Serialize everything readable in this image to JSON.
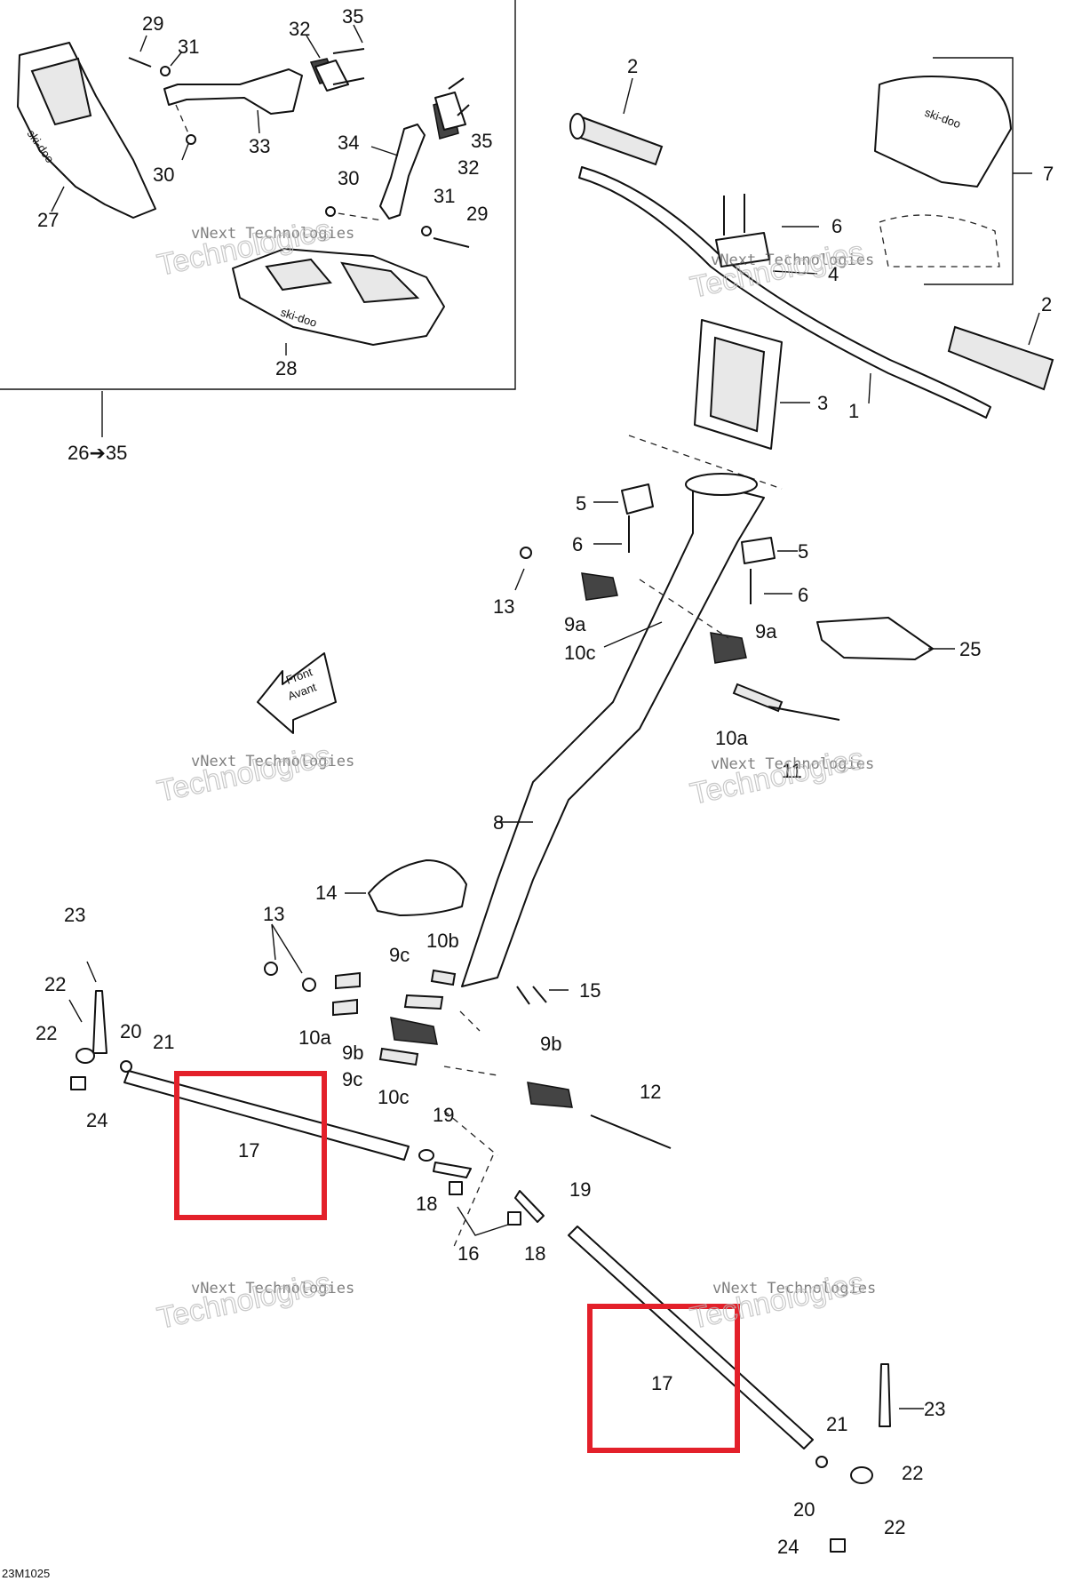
{
  "diagram_code": "23M1025",
  "watermark": {
    "line1": "vNext Technologies",
    "line2": "Technologies"
  },
  "front_label": {
    "line1": "Front",
    "line2": "Avant"
  },
  "inset_range_label": "26➔35",
  "brand_text": "ski-doo",
  "accent_color": "#e3202a",
  "labels": {
    "l1": "1",
    "l2a": "2",
    "l2b": "2",
    "l3": "3",
    "l4": "4",
    "l5a": "5",
    "l5b": "5",
    "l6a": "6",
    "l6b": "6",
    "l6c": "6",
    "l7": "7",
    "l8": "8",
    "l9a1": "9a",
    "l9a2": "9a",
    "l9b1": "9b",
    "l9b2": "9b",
    "l9c1": "9c",
    "l9c2": "9c",
    "l10a1": "10a",
    "l10a2": "10a",
    "l10b": "10b",
    "l10c1": "10c",
    "l10c2": "10c",
    "l11": "11",
    "l12": "12",
    "l13a": "13",
    "l13b": "13",
    "l14": "14",
    "l15": "15",
    "l16": "16",
    "l17a": "17",
    "l17b": "17",
    "l18a": "18",
    "l18b": "18",
    "l19a": "19",
    "l19b": "19",
    "l20a": "20",
    "l20b": "20",
    "l21a": "21",
    "l21b": "21",
    "l22a": "22",
    "l22b": "22",
    "l22c": "22",
    "l22d": "22",
    "l23a": "23",
    "l23b": "23",
    "l24a": "24",
    "l24b": "24",
    "l25": "25",
    "l27": "27",
    "l28": "28",
    "l29a": "29",
    "l29b": "29",
    "l30a": "30",
    "l30b": "30",
    "l31a": "31",
    "l31b": "31",
    "l32a": "32",
    "l32b": "32",
    "l33": "33",
    "l34": "34",
    "l35a": "35",
    "l35b": "35"
  }
}
